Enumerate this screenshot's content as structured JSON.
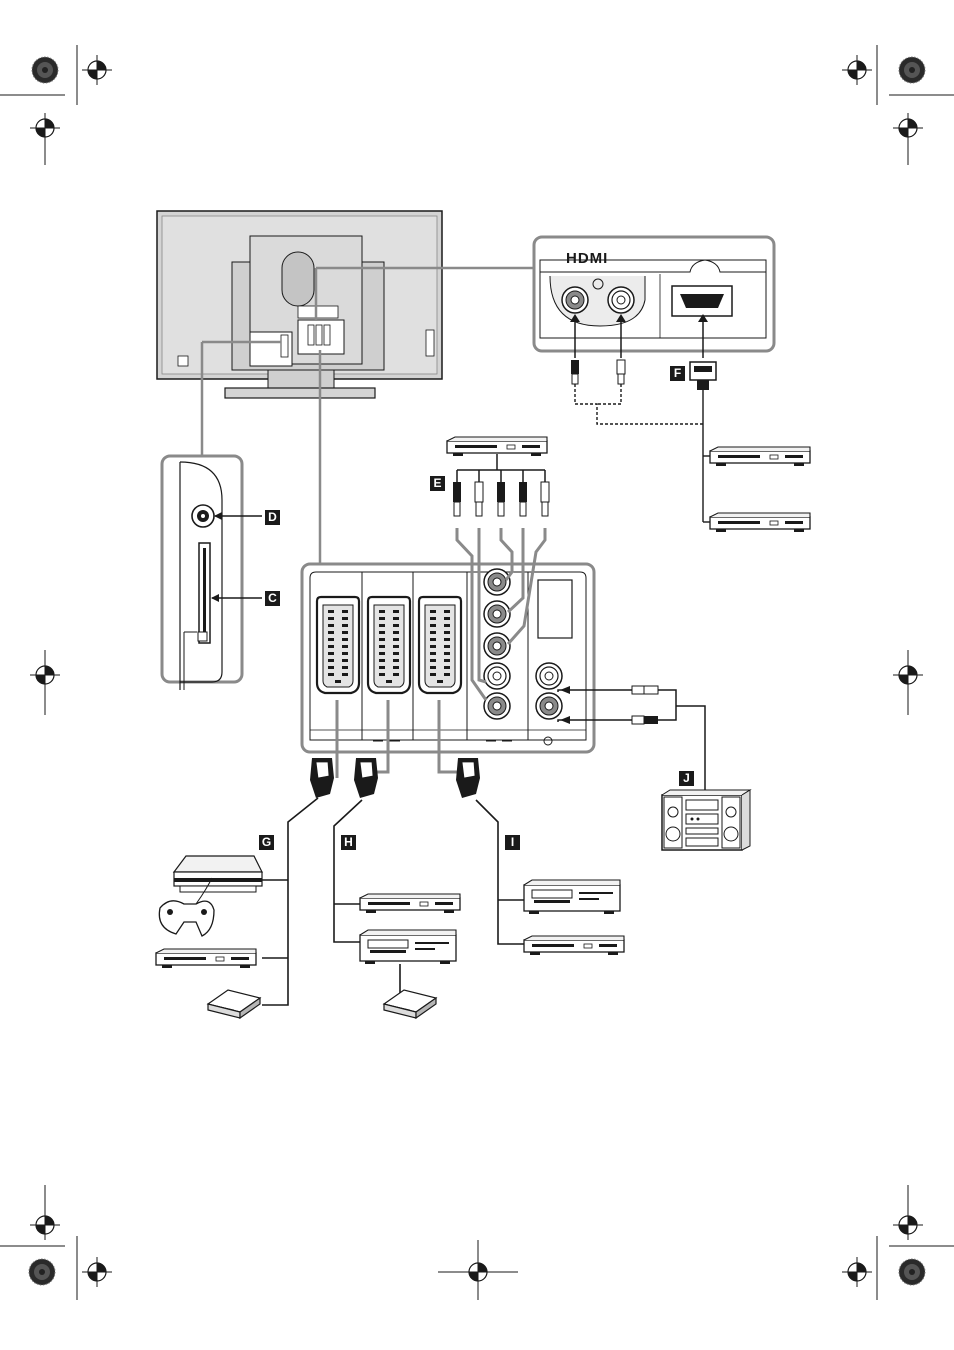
{
  "labels": {
    "d": "D",
    "c": "C",
    "e": "E",
    "f": "F",
    "g": "G",
    "h": "H",
    "i": "I",
    "j": "J"
  },
  "hdmi_logo": "HDMI",
  "colors": {
    "line": "#1a1a1a",
    "panel_border": "#8a8a8a",
    "label_bg": "#1a1a1a",
    "label_text": "#ffffff"
  },
  "icons": [
    "registration-mark-icon",
    "color-wheel-icon",
    "game-console-icon",
    "gamepad-icon",
    "dvd-player-icon",
    "decoder-icon",
    "vcr-icon",
    "hifi-system-icon"
  ]
}
